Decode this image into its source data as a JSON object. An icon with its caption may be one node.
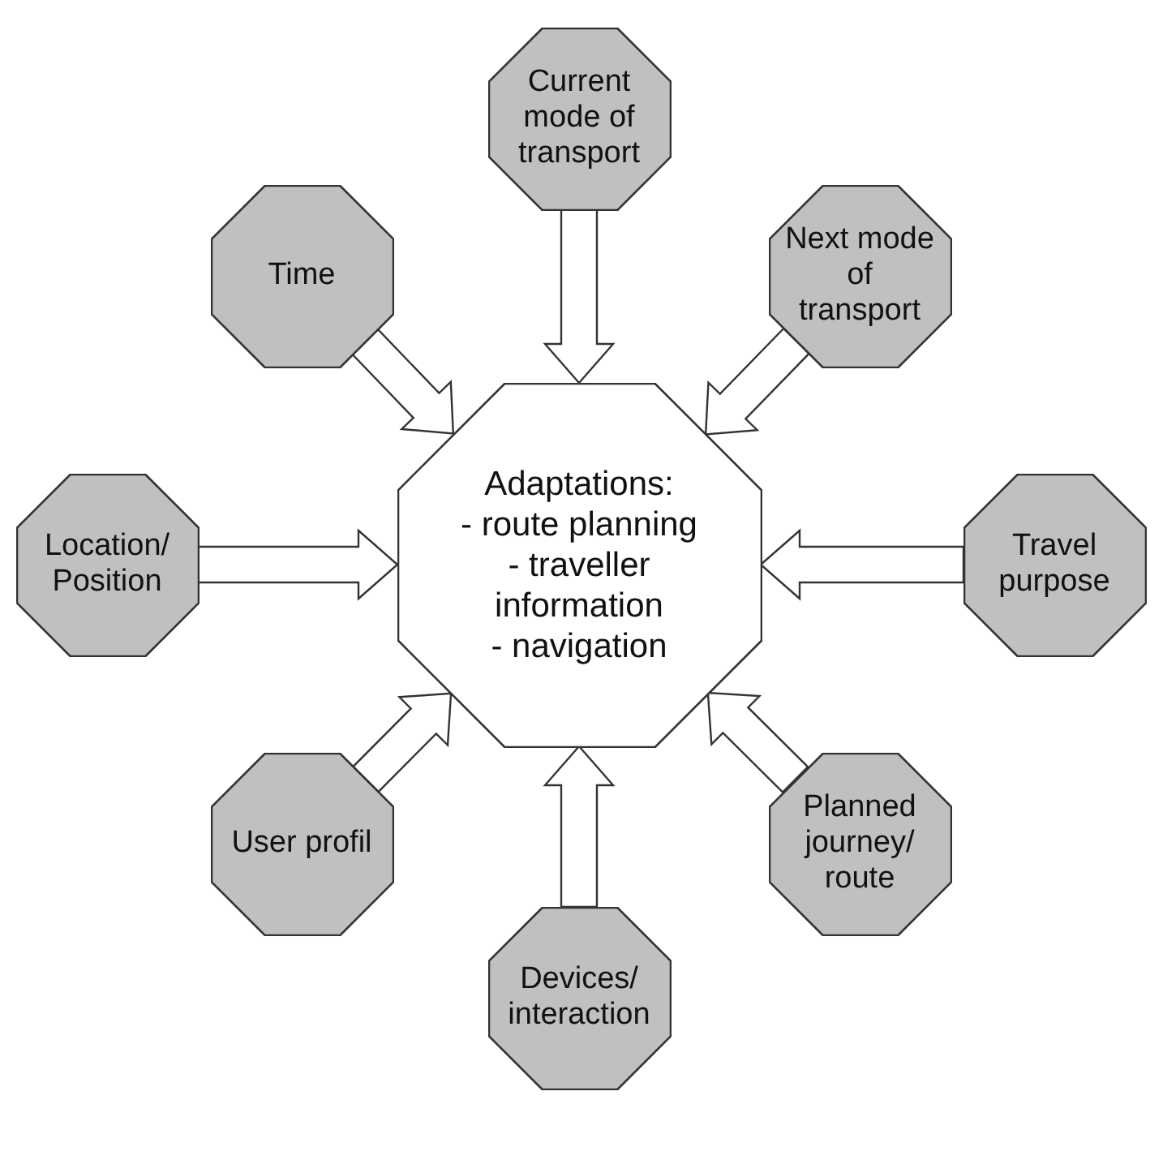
{
  "diagram": {
    "nodes": [
      {
        "text": [
          "Adaptations:",
          "- route planning",
          "- traveller information",
          "- navigation"
        ]
      },
      {
        "text": [
          "Current mode of transport"
        ]
      },
      {
        "text": [
          "Time"
        ]
      },
      {
        "text": [
          "Next mode of transport"
        ]
      },
      {
        "text": [
          "Location/ Position"
        ]
      },
      {
        "text": [
          "Travel purpose"
        ]
      },
      {
        "text": [
          "User profil"
        ]
      },
      {
        "text": [
          "Planned journey/ route"
        ]
      },
      {
        "text": [
          "Devices/ interaction"
        ]
      }
    ],
    "edges": [
      {
        "from": 1,
        "to": 0,
        "arrow": "to"
      },
      {
        "from": 2,
        "to": 0,
        "arrow": "to"
      },
      {
        "from": 3,
        "to": 0,
        "arrow": "to"
      },
      {
        "from": 4,
        "to": 0,
        "arrow": "to"
      },
      {
        "from": 5,
        "to": 0,
        "arrow": "to"
      },
      {
        "from": 6,
        "to": 0,
        "arrow": "to"
      },
      {
        "from": 7,
        "to": 0,
        "arrow": "to"
      },
      {
        "from": 8,
        "to": 0,
        "arrow": "to"
      }
    ]
  }
}
